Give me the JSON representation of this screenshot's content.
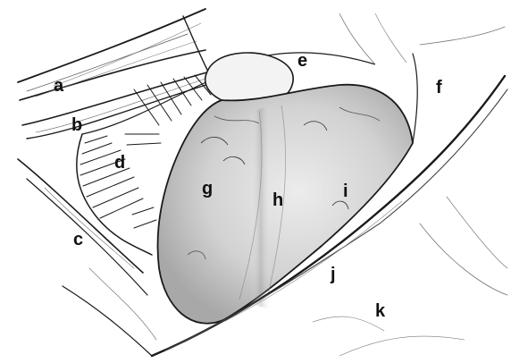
{
  "labels": {
    "a": "a",
    "b": "b",
    "c": "c",
    "d": "d",
    "e": "e",
    "f": "f",
    "g": "g",
    "h": "h",
    "i": "i",
    "j": "j",
    "k": "k"
  },
  "colors": {
    "background": "#ffffff",
    "ink": "#1a1a1a",
    "shading": "#6b6b6b"
  }
}
